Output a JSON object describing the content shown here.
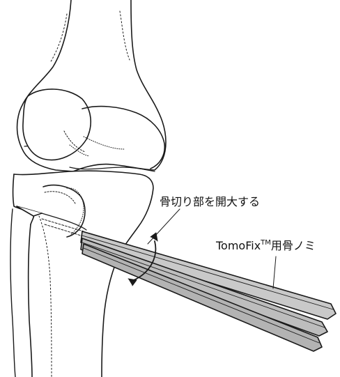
{
  "labels": {
    "osteotomy_opening": "骨切り部を開大する",
    "chisel_brand": "TomoFix",
    "chisel_tm": "TM",
    "chisel_suffix": "用骨ノミ"
  }
}
